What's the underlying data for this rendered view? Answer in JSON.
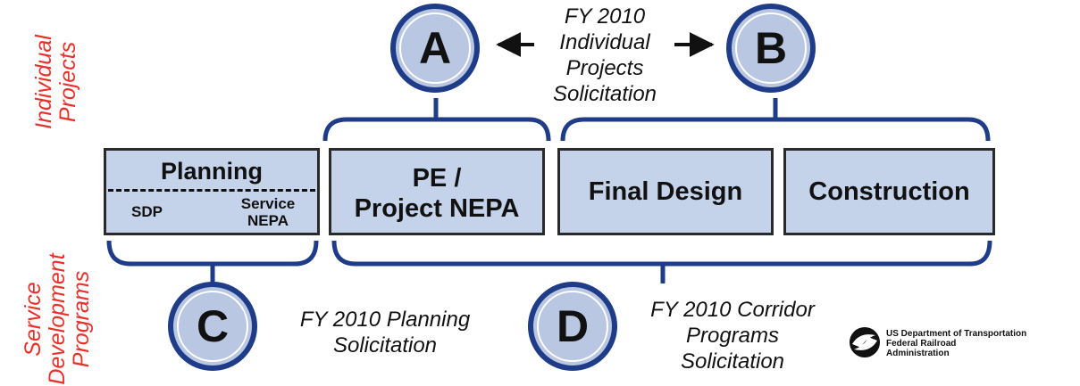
{
  "side_labels": {
    "top": [
      "Individual",
      "Projects"
    ],
    "bottom": [
      "Service",
      "Development",
      "Programs"
    ]
  },
  "boxes": {
    "planning": {
      "title": "Planning",
      "left_label": "SDP",
      "right_label": "Service NEPA"
    },
    "pe": {
      "line1": "PE /",
      "line2": "Project NEPA"
    },
    "final_design": {
      "label": "Final Design"
    },
    "construction": {
      "label": "Construction"
    }
  },
  "circles": {
    "a": "A",
    "b": "B",
    "c": "C",
    "d": "D"
  },
  "notes": {
    "top": [
      "FY 2010",
      "Individual",
      "Projects",
      "Solicitation"
    ],
    "planning": [
      "FY 2010 Planning",
      "Solicitation"
    ],
    "corridor": [
      "FY 2010 Corridor",
      "Programs",
      "Solicitation"
    ]
  },
  "logo": {
    "line1": "US Department of Transportation",
    "line2": "Federal Railroad",
    "line3": "Administration"
  },
  "colors": {
    "box_fill": "#c5d3ea",
    "bracket": "#1f3c88",
    "side_label": "#e8302a",
    "circle_fill": "#b9c7e2"
  }
}
